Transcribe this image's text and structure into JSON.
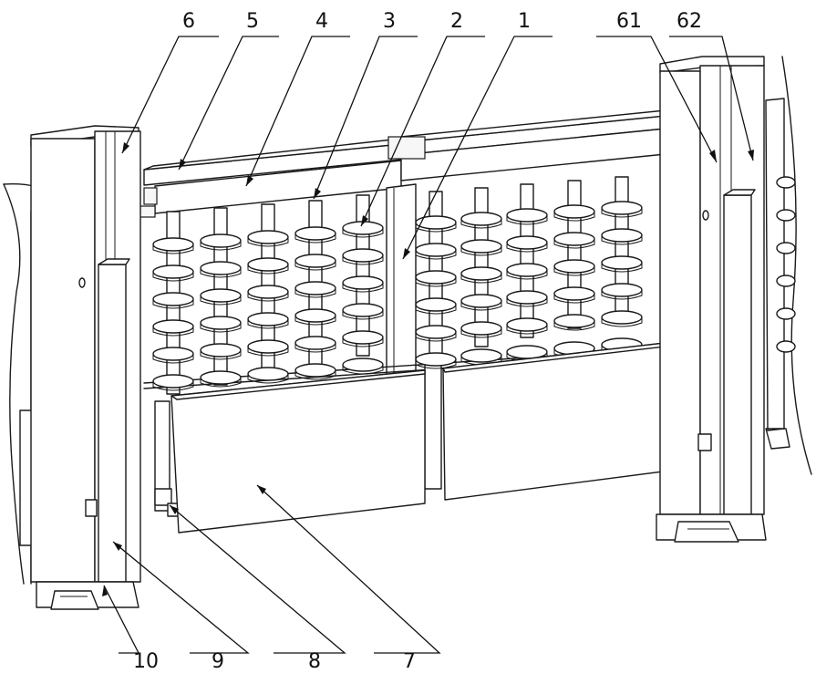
{
  "figure": {
    "callouts": [
      {
        "id": "c6",
        "text": "6"
      },
      {
        "id": "c5",
        "text": "5"
      },
      {
        "id": "c4",
        "text": "4"
      },
      {
        "id": "c3",
        "text": "3"
      },
      {
        "id": "c2",
        "text": "2"
      },
      {
        "id": "c1",
        "text": "1"
      },
      {
        "id": "c61",
        "text": "61"
      },
      {
        "id": "c62",
        "text": "62"
      },
      {
        "id": "c10",
        "text": "10"
      },
      {
        "id": "c9",
        "text": "9"
      },
      {
        "id": "c8",
        "text": "8"
      },
      {
        "id": "c7",
        "text": "7"
      }
    ],
    "roller_columns": 10,
    "rollers_per_column": 6,
    "stroke_color": "#1a1a1a",
    "background": "#ffffff"
  }
}
